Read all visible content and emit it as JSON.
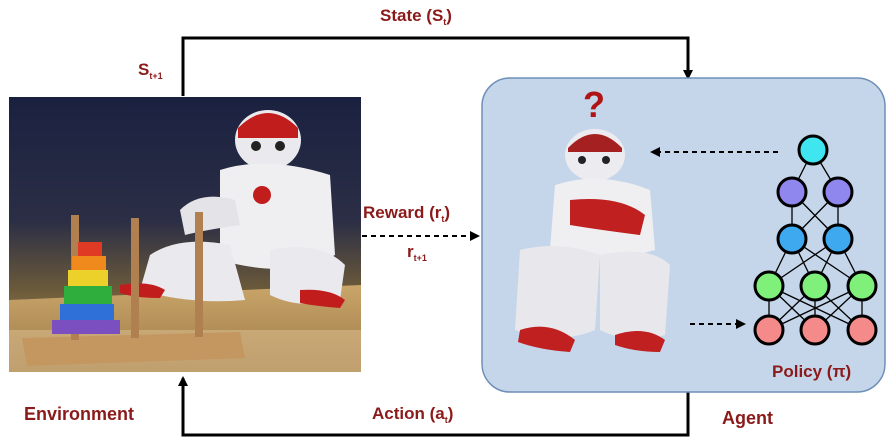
{
  "labels": {
    "state": "State (S",
    "state_sub": "t",
    "state_end": ")",
    "s_next": "S",
    "s_next_sub": "t+1",
    "reward": "Reward (r",
    "reward_sub": "t",
    "reward_end": ")",
    "r_next": "r",
    "r_next_sub": "t+1",
    "action": "Action (a",
    "action_sub": "t",
    "action_end": ")",
    "environment": "Environment",
    "agent": "Agent",
    "policy": "Policy (π)",
    "question": "?"
  },
  "colors": {
    "label_text": "#8b1a1a",
    "agent_box_fill": "#c5d6ea",
    "agent_box_stroke": "#6f8fb8",
    "node_cyan": "#3fe6f0",
    "node_purple": "#8f86ee",
    "node_blue": "#3ea9ee",
    "node_green": "#7ff07a",
    "node_red": "#f58a8a"
  },
  "images": {
    "environment_photo": "robot-playing-tower-of-hanoi-photo",
    "agent_photo": "thinking-robot-photo"
  }
}
